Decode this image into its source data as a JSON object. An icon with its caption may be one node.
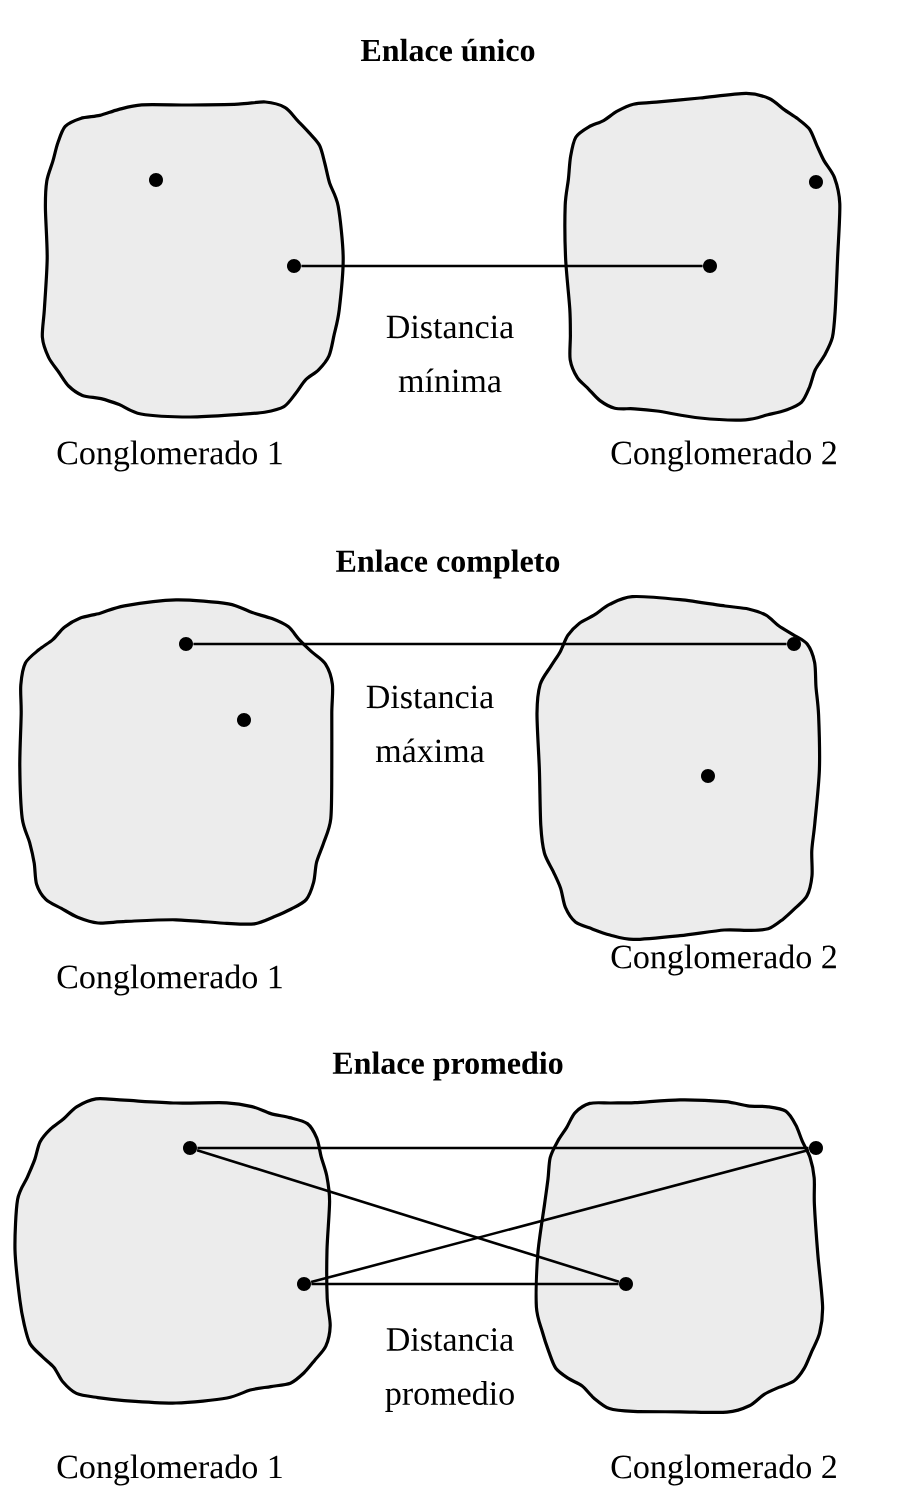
{
  "diagram": {
    "nodes": [
      {
        "text": [],
        "shape": "cloud",
        "beside": [
          "Conglomerado 1"
        ]
      },
      {
        "text": [],
        "shape": "circle",
        "in": 0
      },
      {
        "text": [],
        "shape": "circle",
        "in": 0
      },
      {
        "text": [],
        "shape": "cloud",
        "beside": [
          "Conglomerado 2"
        ]
      },
      {
        "text": [],
        "shape": "circle",
        "in": 3
      },
      {
        "text": [],
        "shape": "circle",
        "in": 3
      },
      {
        "text": [],
        "shape": "cloud",
        "beside": [
          "Conglomerado 1"
        ]
      },
      {
        "text": [],
        "shape": "circle",
        "in": 6
      },
      {
        "text": [],
        "shape": "circle",
        "in": 6
      },
      {
        "text": [],
        "shape": "cloud",
        "beside": [
          "Conglomerado 2"
        ]
      },
      {
        "text": [],
        "shape": "circle",
        "in": 9
      },
      {
        "text": [],
        "shape": "circle",
        "in": 9
      },
      {
        "text": [],
        "shape": "cloud",
        "beside": [
          "Conglomerado 1"
        ]
      },
      {
        "text": [],
        "shape": "circle",
        "in": 12
      },
      {
        "text": [],
        "shape": "circle",
        "in": 12
      },
      {
        "text": [],
        "shape": "cloud",
        "beside": [
          "Conglomerado 2"
        ]
      },
      {
        "text": [],
        "shape": "circle",
        "in": 15
      },
      {
        "text": [],
        "shape": "circle",
        "in": 15
      }
    ],
    "edges": [
      {
        "from": 2,
        "to": 4,
        "arrow": "none"
      },
      {
        "from": 7,
        "to": 10,
        "arrow": "none"
      },
      {
        "from": 13,
        "to": 16,
        "arrow": "none"
      },
      {
        "from": 13,
        "to": 17,
        "arrow": "none"
      },
      {
        "from": 14,
        "to": 16,
        "arrow": "none"
      },
      {
        "from": 14,
        "to": 17,
        "arrow": "none"
      }
    ],
    "labels": [
      "Enlace único",
      "Distancia mínima",
      "Enlace completo",
      "Distancia máxima",
      "Enlace promedio",
      "Distancia promedio"
    ]
  }
}
